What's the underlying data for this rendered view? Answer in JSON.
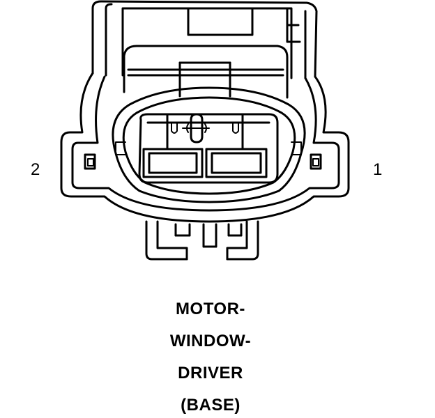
{
  "diagram": {
    "pins": {
      "left_label": "2",
      "right_label": "1"
    },
    "caption_lines": [
      "MOTOR-",
      "WINDOW-",
      "DRIVER",
      "(BASE)"
    ],
    "colors": {
      "line": "#000000",
      "background": "#ffffff"
    }
  }
}
